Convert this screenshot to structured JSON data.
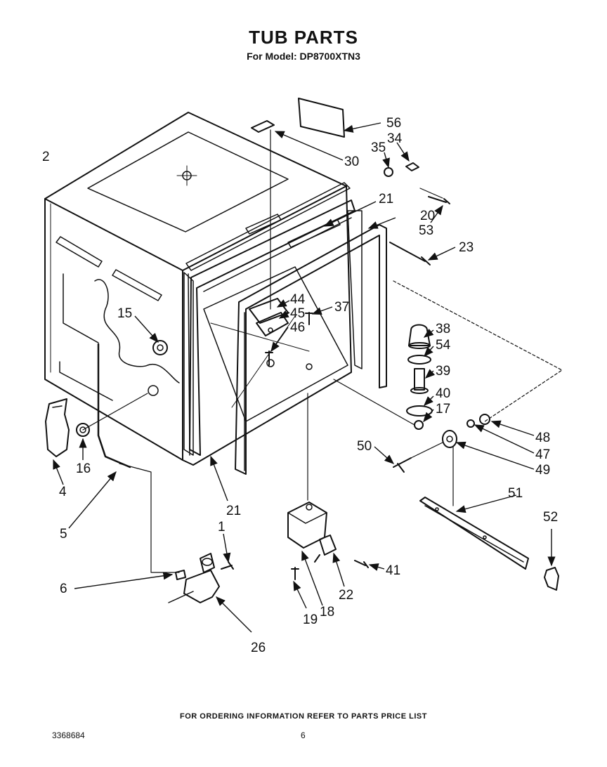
{
  "header": {
    "title": "TUB PARTS",
    "subtitle": "For Model: DP8700XTN3"
  },
  "footer": {
    "ordering_note": "FOR ORDERING INFORMATION REFER TO PARTS PRICE LIST",
    "doc_number": "3368684",
    "page_number": "6"
  },
  "callouts": {
    "c1": "1",
    "c2": "2",
    "c4": "4",
    "c5": "5",
    "c6": "6",
    "c15": "15",
    "c16": "16",
    "c17": "17",
    "c18": "18",
    "c19": "19",
    "c20": "20",
    "c21a": "21",
    "c21b": "21",
    "c22": "22",
    "c23": "23",
    "c26": "26",
    "c30": "30",
    "c34": "34",
    "c35": "35",
    "c37": "37",
    "c38": "38",
    "c39": "39",
    "c40": "40",
    "c41": "41",
    "c44": "44",
    "c45": "45",
    "c46": "46",
    "c47": "47",
    "c48": "48",
    "c49": "49",
    "c50": "50",
    "c51": "51",
    "c52": "52",
    "c53": "53",
    "c54": "54",
    "c56": "56"
  }
}
